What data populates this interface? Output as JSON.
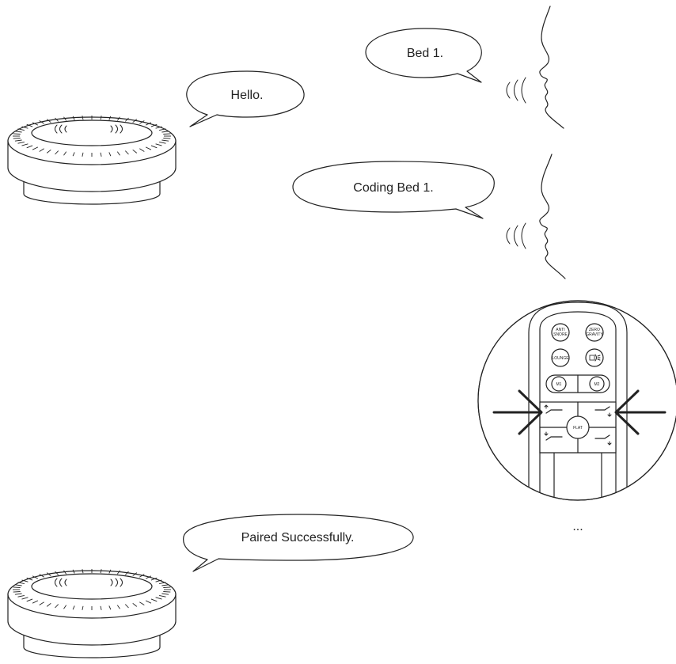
{
  "bubbles": {
    "speaker_1": "Hello.",
    "user_1": "Bed 1.",
    "user_2": "Coding Bed 1.",
    "speaker_2": "Paired Successfully."
  },
  "remote": {
    "anti_snore": [
      "ANTI",
      "SNORE"
    ],
    "zero_gravity": [
      "ZERO",
      "GRAVITY"
    ],
    "lounge": "LOUNGE",
    "m1": "M1",
    "m2": "M2",
    "flat": "FLAT"
  },
  "ellipsis": "...",
  "icons": [
    "smart-speaker-icon",
    "face-profile-icon",
    "sound-wave-icon",
    "remote-control-icon",
    "arrow-icon",
    "light-icon",
    "head-up-icon",
    "foot-up-icon"
  ]
}
